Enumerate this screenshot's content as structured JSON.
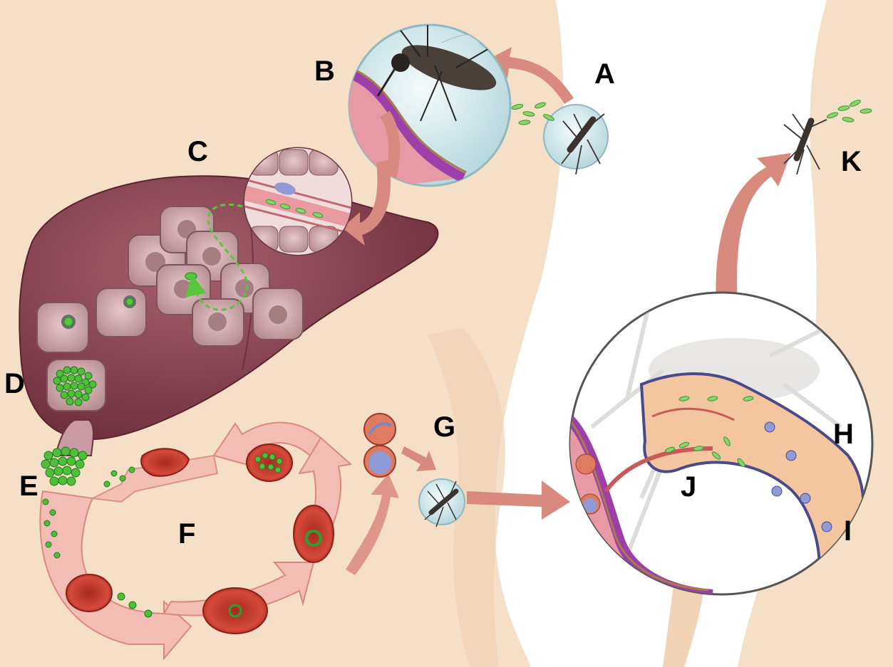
{
  "labels": {
    "A": "A",
    "B": "B",
    "C": "C",
    "D": "D",
    "E": "E",
    "F": "F",
    "G": "G",
    "H": "H",
    "I": "I",
    "J": "J",
    "K": "K"
  },
  "colors": {
    "skin": "#f6dfc7",
    "skin_edge": "#edc9a6",
    "liver": "#85404f",
    "liver_light": "#a65a69",
    "hepatocyte": "#d9b3b6",
    "parasite": "#2e9e2e",
    "parasite_light": "#8fd06f",
    "arrow": "#d98a7e",
    "cycle_ring": "#f3bcb4",
    "rbc": "#c43a2c",
    "gut_purple": "#9c3fa8",
    "gut_pink": "#e79aa6",
    "bubble": "#d8ecef",
    "mosquito": "#3a3330"
  },
  "icons": {
    "mosquito": "mosquito-icon",
    "sporozoite": "sporozoite-icon",
    "hepatocyte": "hepatocyte-icon",
    "red_blood_cell": "red-blood-cell-icon",
    "gametocyte": "gametocyte-icon",
    "merozoite": "merozoite-icon",
    "magnifier_bubble": "magnifier-bubble-icon"
  }
}
